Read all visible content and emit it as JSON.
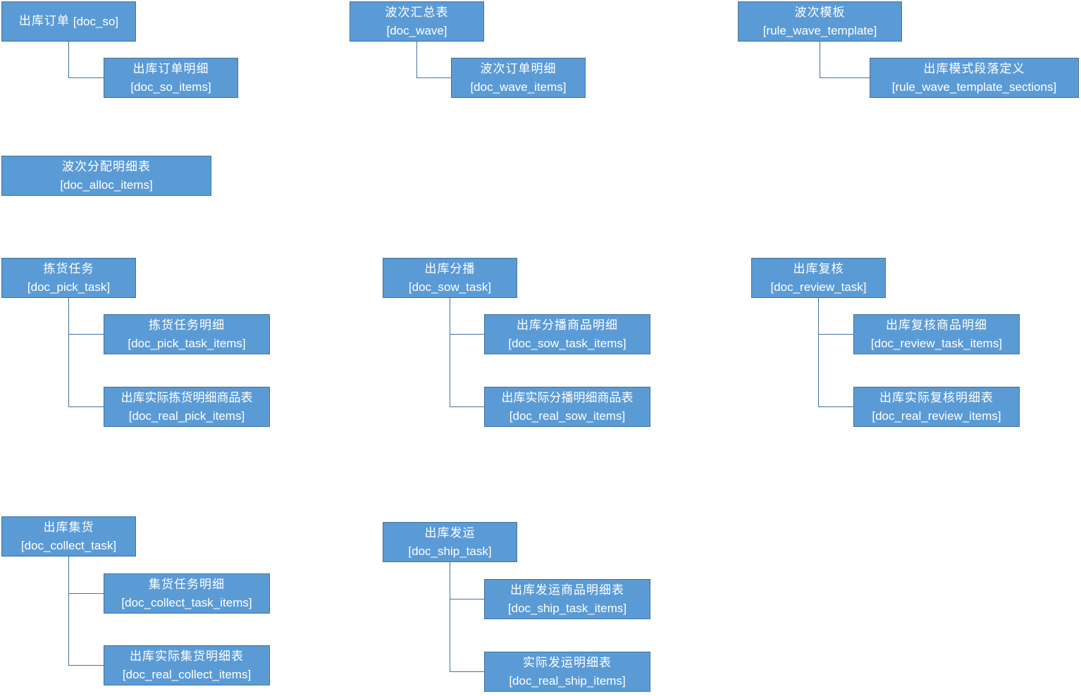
{
  "colors": {
    "box_fill": "#5b9bd5",
    "box_border": "#41719c",
    "connector": "#41719c",
    "text": "#ffffff"
  },
  "nodes": {
    "so": {
      "name": "出库订单",
      "code": "[doc_so]"
    },
    "so_items": {
      "name": "出库订单明细",
      "code": "[doc_so_items]"
    },
    "wave": {
      "name": "波次汇总表",
      "code": "[doc_wave]"
    },
    "wave_items": {
      "name": "波次订单明细",
      "code": "[doc_wave_items]"
    },
    "wave_tpl": {
      "name": "波次模板",
      "code": "[rule_wave_template]"
    },
    "wave_tpl_sec": {
      "name": "出库模式段落定义",
      "code": "[rule_wave_template_sections]"
    },
    "alloc": {
      "name": "波次分配明细表",
      "code": "[doc_alloc_items]"
    },
    "pick": {
      "name": "拣货任务",
      "code": "[doc_pick_task]"
    },
    "pick_items": {
      "name": "拣货任务明细",
      "code": "[doc_pick_task_items]"
    },
    "real_pick": {
      "name": "出库实际拣货明细商品表",
      "code": "[doc_real_pick_items]"
    },
    "sow": {
      "name": "出库分播",
      "code": "[doc_sow_task]"
    },
    "sow_items": {
      "name": "出库分播商品明细",
      "code": "[doc_sow_task_items]"
    },
    "real_sow": {
      "name": "出库实际分播明细商品表",
      "code": "[doc_real_sow_items]"
    },
    "review": {
      "name": "出库复核",
      "code": "[doc_review_task]"
    },
    "review_items": {
      "name": "出库复核商品明细",
      "code": "[doc_review_task_items]"
    },
    "real_review": {
      "name": "出库实际复核明细表",
      "code": "[doc_real_review_items]"
    },
    "collect": {
      "name": "出库集货",
      "code": "[doc_collect_task]"
    },
    "collect_items": {
      "name": "集货任务明细",
      "code": "[doc_collect_task_items]"
    },
    "real_collect": {
      "name": "出库实际集货明细表",
      "code": "[doc_real_collect_items]"
    },
    "ship": {
      "name": "出库发运",
      "code": "[doc_ship_task]"
    },
    "ship_items": {
      "name": "出库发运商品明细表",
      "code": "[doc_ship_task_items]"
    },
    "real_ship": {
      "name": "实际发运明细表",
      "code": "[doc_real_ship_items]"
    }
  }
}
